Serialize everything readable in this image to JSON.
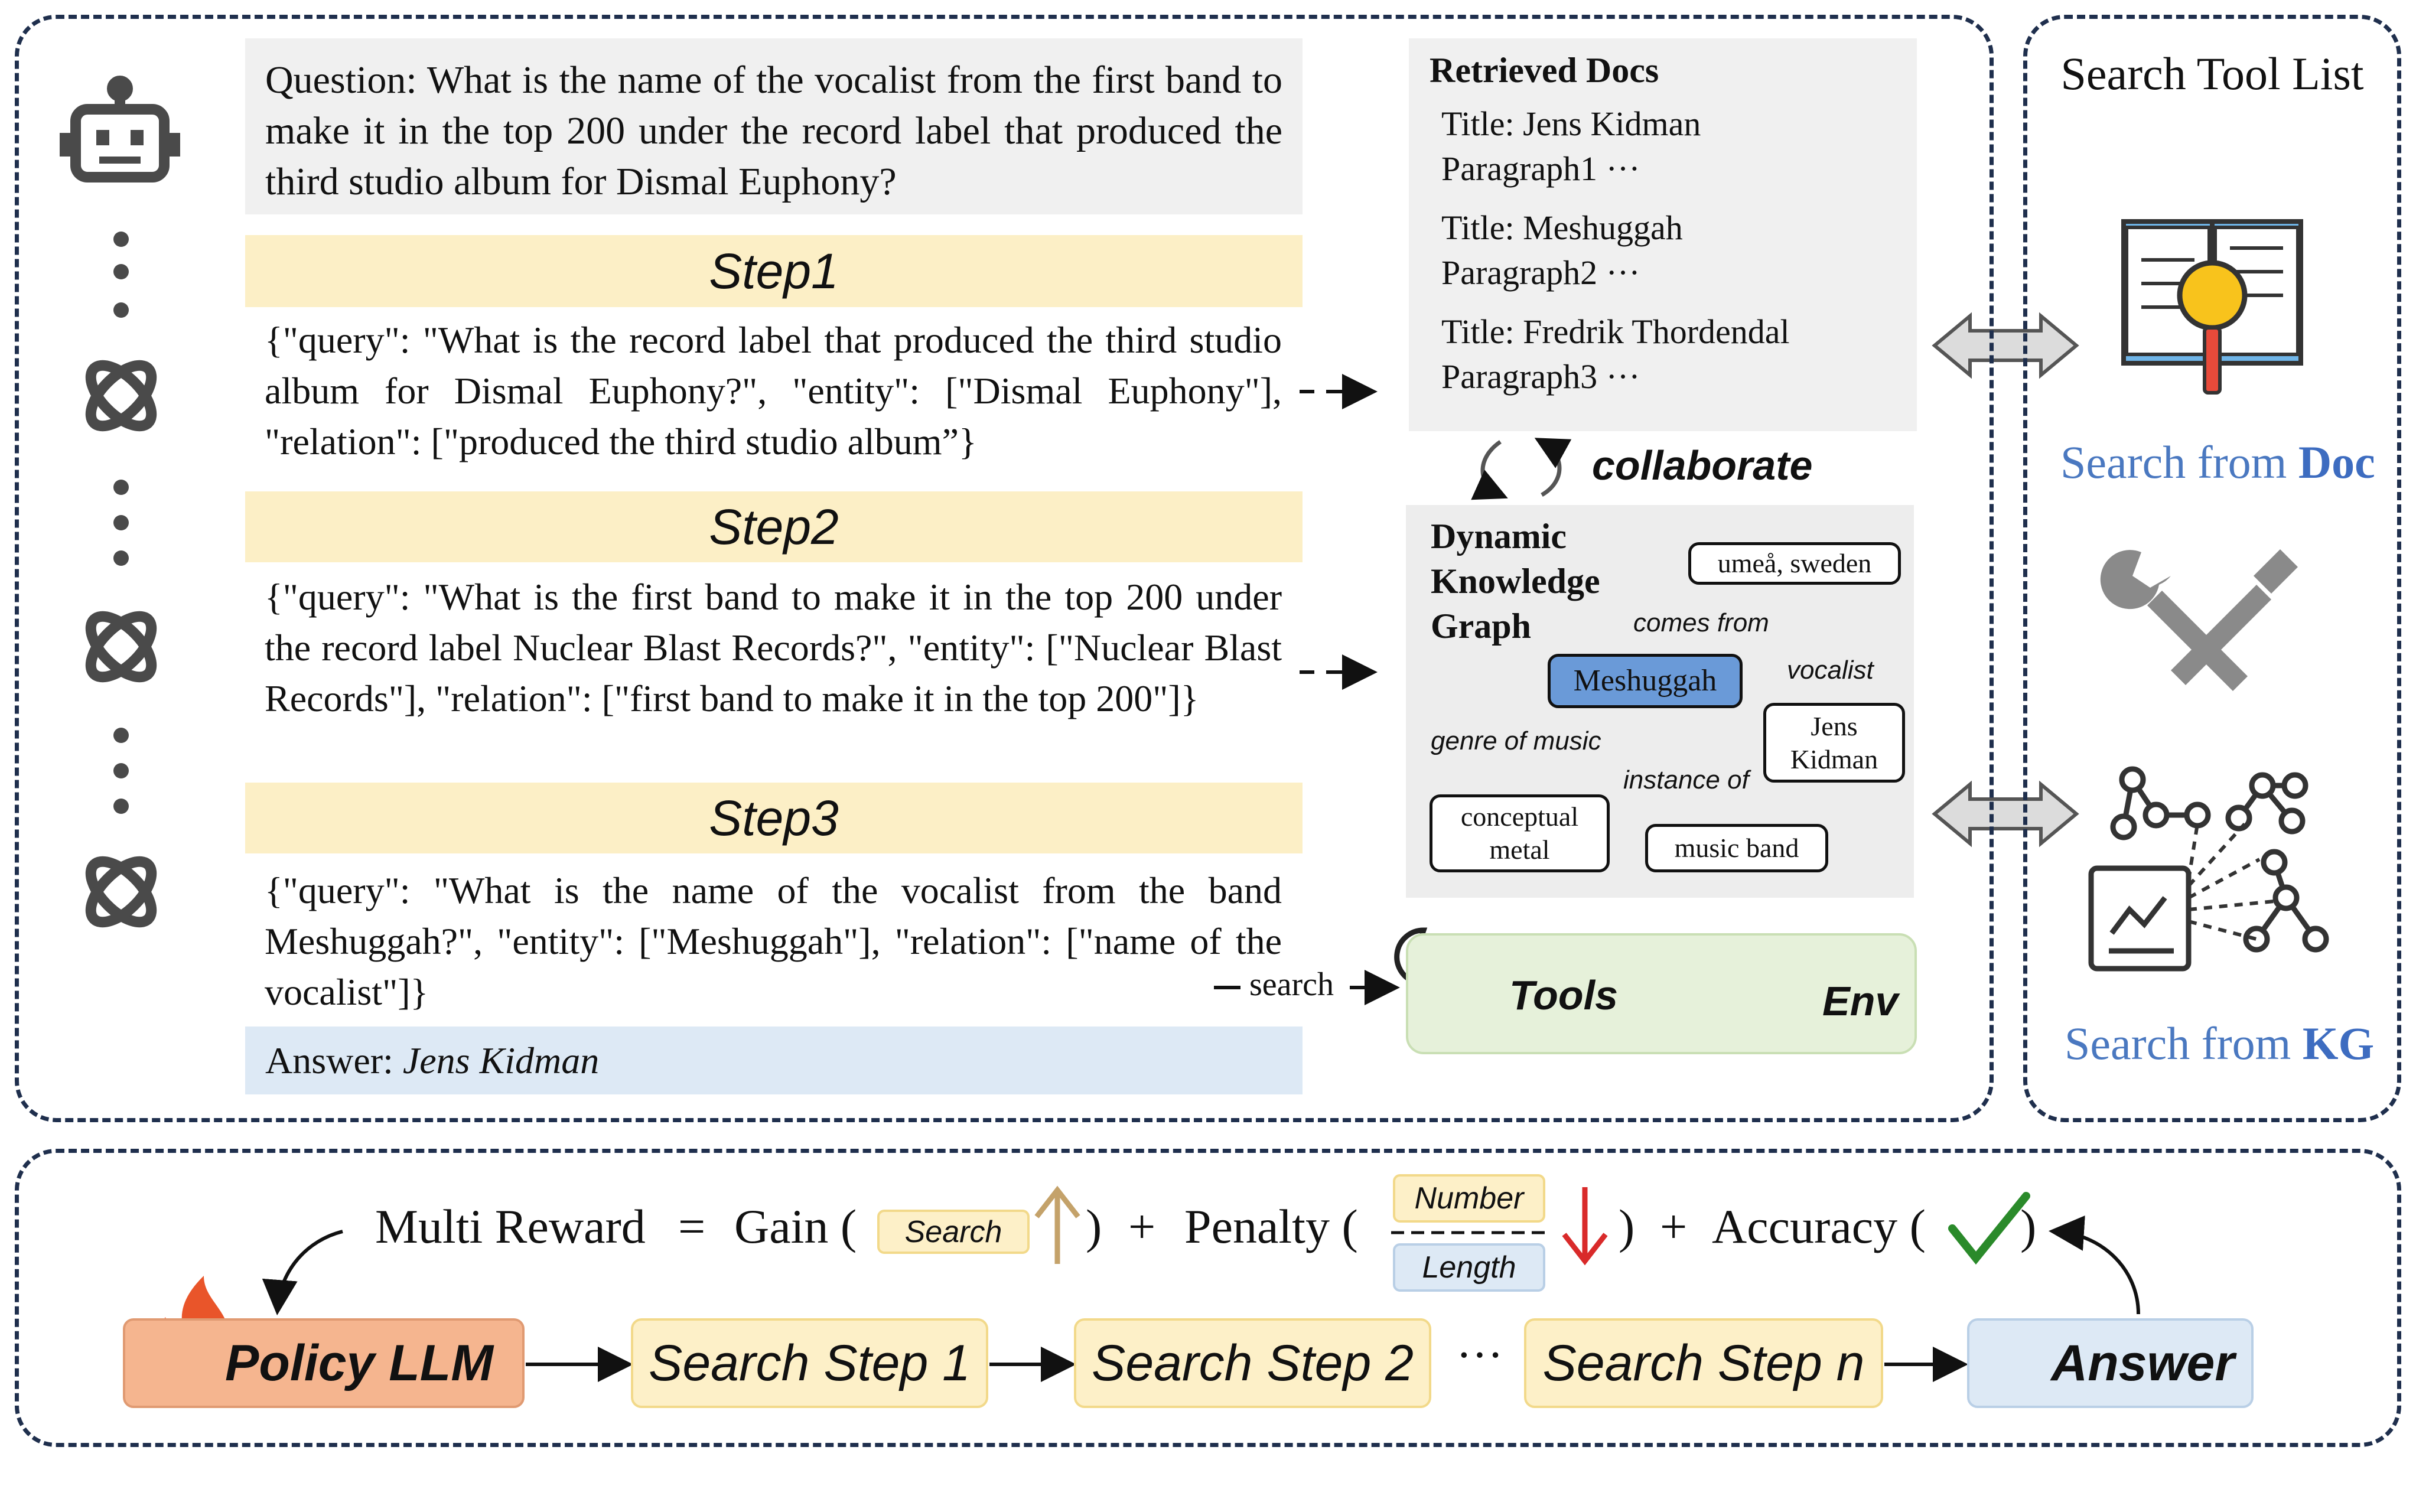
{
  "question": "Question: What is the name of the vocalist from the first band to make it in the top 200 under the record label that produced the third studio album for Dismal Euphony?",
  "steps": [
    {
      "label": "Step1",
      "text": "{\"query\": \"What is the record label that produced the third studio album for Dismal Euphony?\", \"entity\": [\"Dismal Euphony\"], \"relation\": [\"produced the third studio album”}"
    },
    {
      "label": "Step2",
      "text": "{\"query\": \"What is the first band to make it in the top 200 under the record label Nuclear Blast Records?\", \"entity\": [\"Nuclear Blast Records\"], \"relation\": [\"first band to make it in the top 200\"]}"
    },
    {
      "label": "Step3",
      "text": "{\"query\": \"What is the name of the vocalist from the band Meshuggah?\", \"entity\": [\"Meshuggah\"], \"relation\": [\"name of the vocalist\"]}"
    }
  ],
  "answer": {
    "prefix": "Answer: ",
    "value": "Jens Kidman"
  },
  "retrieved_docs": {
    "title": "Retrieved Docs",
    "docs": [
      {
        "title": "Title: Jens Kidman",
        "para": "Paragraph1 ···"
      },
      {
        "title": "Title: Meshuggah",
        "para": "Paragraph2 ···"
      },
      {
        "title": "Title: Fredrik Thordendal",
        "para": "Paragraph3 ···"
      }
    ]
  },
  "collaborate": "collaborate",
  "kg": {
    "title_lines": [
      "Dynamic",
      "Knowledge",
      "Graph"
    ],
    "nodes": {
      "umea": "umeå, sweden",
      "meshuggah": "Meshuggah",
      "jens": "Jens Kidman",
      "metal": "conceptual metal",
      "band": "music band"
    },
    "relations": {
      "comes_from": "comes from",
      "vocalist": "vocalist",
      "genre": "genre of music",
      "instance": "instance of"
    }
  },
  "search_arrow_label": "search",
  "tools_label": "Tools",
  "env_label": "Env",
  "tool_list": {
    "title": "Search Tool List",
    "doc": {
      "prefix": "Search from ",
      "bold": "Doc"
    },
    "kg": {
      "prefix": "Search from ",
      "bold": "KG"
    }
  },
  "reward": {
    "lhs": "Multi Reward",
    "eq": "=",
    "gain": "Gain (",
    "search_tag": "Search",
    "close1": ")",
    "plus1": "+",
    "penalty": "Penalty (",
    "number_tag": "Number",
    "length_tag": "Length",
    "close2": ")",
    "plus2": "+",
    "accuracy": "Accuracy (",
    "close3": ")"
  },
  "pipeline": {
    "policy": "Policy LLM",
    "step1": "Search Step 1",
    "step2": "Search Step 2",
    "ellipsis": "···",
    "stepn": "Search Step n",
    "answer": "Answer"
  },
  "colors": {
    "frame": "#1f2f4d",
    "step_bg": "#fcefc6",
    "answer_bg": "#dde9f5",
    "kg_node_highlight": "#6a9ad8",
    "tools_bg": "#e6f1da",
    "policy_bg": "#f5b58f",
    "tool_blue": "#4a78c0",
    "up_arrow": "#c4a26a",
    "down_arrow": "#d92a2a",
    "check": "#2a8a2a"
  }
}
